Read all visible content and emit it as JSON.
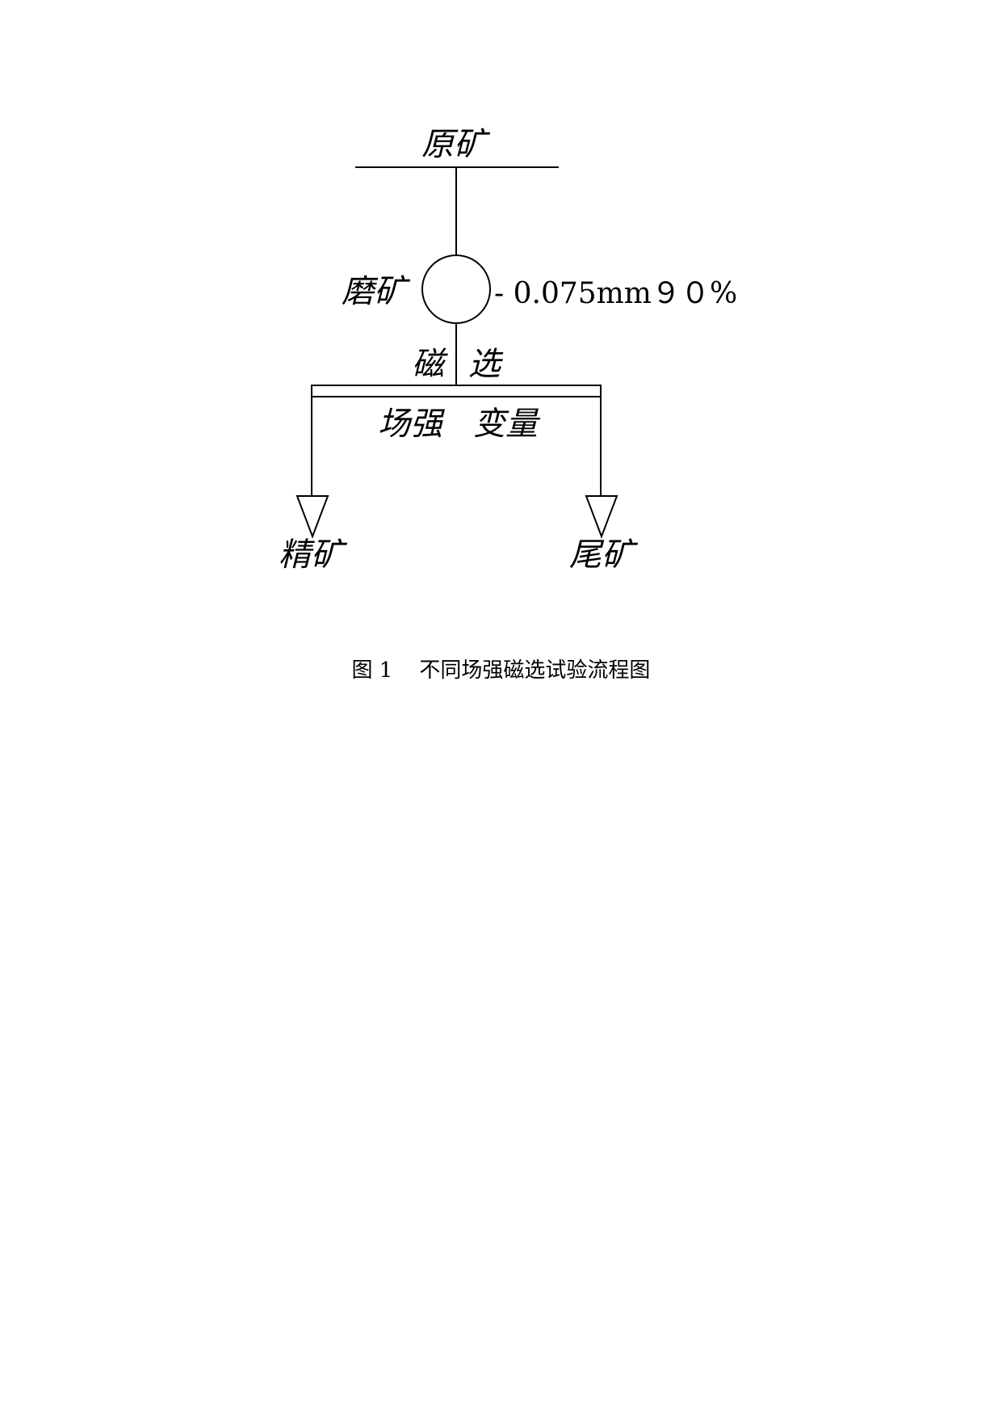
{
  "diagram": {
    "raw_ore_label": "原矿",
    "grinding_label": "磨矿",
    "grind_spec": "- 0.075mm９０%",
    "separation_left": "磁",
    "separation_right": "选",
    "variable_left": "场强",
    "variable_right": "变量",
    "concentrate_label": "精矿",
    "tailings_label": "尾矿"
  },
  "caption": {
    "figure_number": "图 1",
    "title": "不同场强磁选试验流程图"
  }
}
